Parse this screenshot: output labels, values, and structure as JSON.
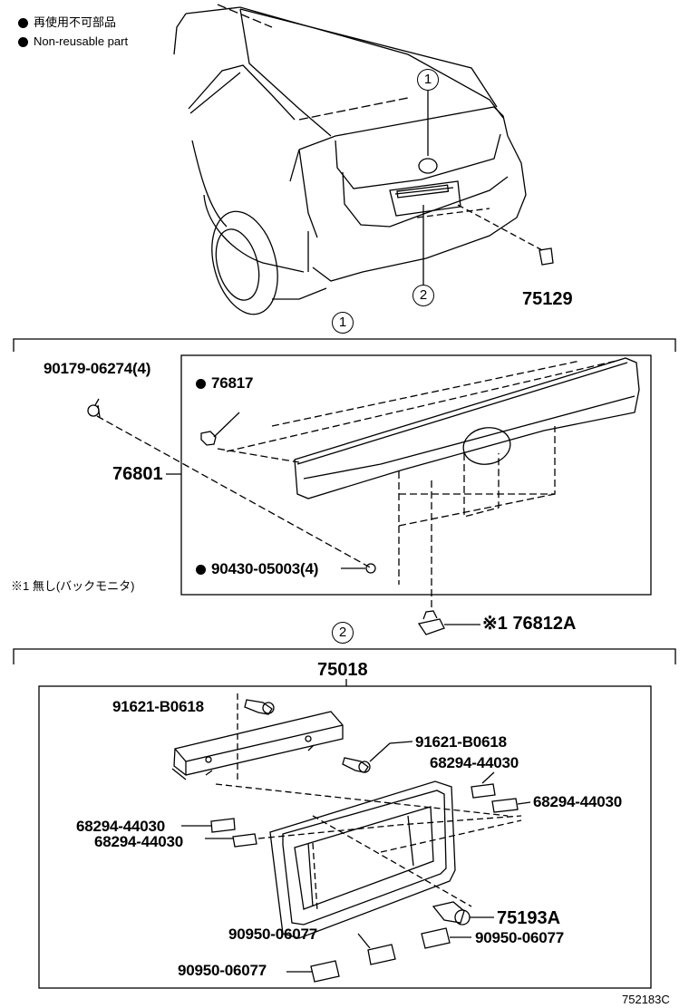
{
  "legend": {
    "line_jp": "再使用不可部品",
    "line_en": "Non-reusable part"
  },
  "section_markers": {
    "one": "1",
    "two": "2"
  },
  "top_view": {
    "callout_1": "1",
    "callout_2": "2",
    "part_75129": "75129"
  },
  "section1": {
    "marker": "1",
    "clip_screw": "90179-06274(4)",
    "clip_76817": "76817",
    "garnish": "76801",
    "nut": "90430-05003(4)",
    "note_jp": "※1 無し(バックモニタ)",
    "part_76812A": "※1 76812A"
  },
  "section2": {
    "marker": "2",
    "assembly": "75018",
    "bolt_a": "91621-B0618",
    "bolt_b": "91621-B0618",
    "pad_a": "68294-44030",
    "pad_b": "68294-44030",
    "pad_c": "68294-44030",
    "pad_d": "68294-44030",
    "part_75193A": "75193A",
    "tape_a": "90950-06077",
    "tape_b": "90950-06077",
    "tape_c": "90950-06077"
  },
  "figure_id": "752183C"
}
